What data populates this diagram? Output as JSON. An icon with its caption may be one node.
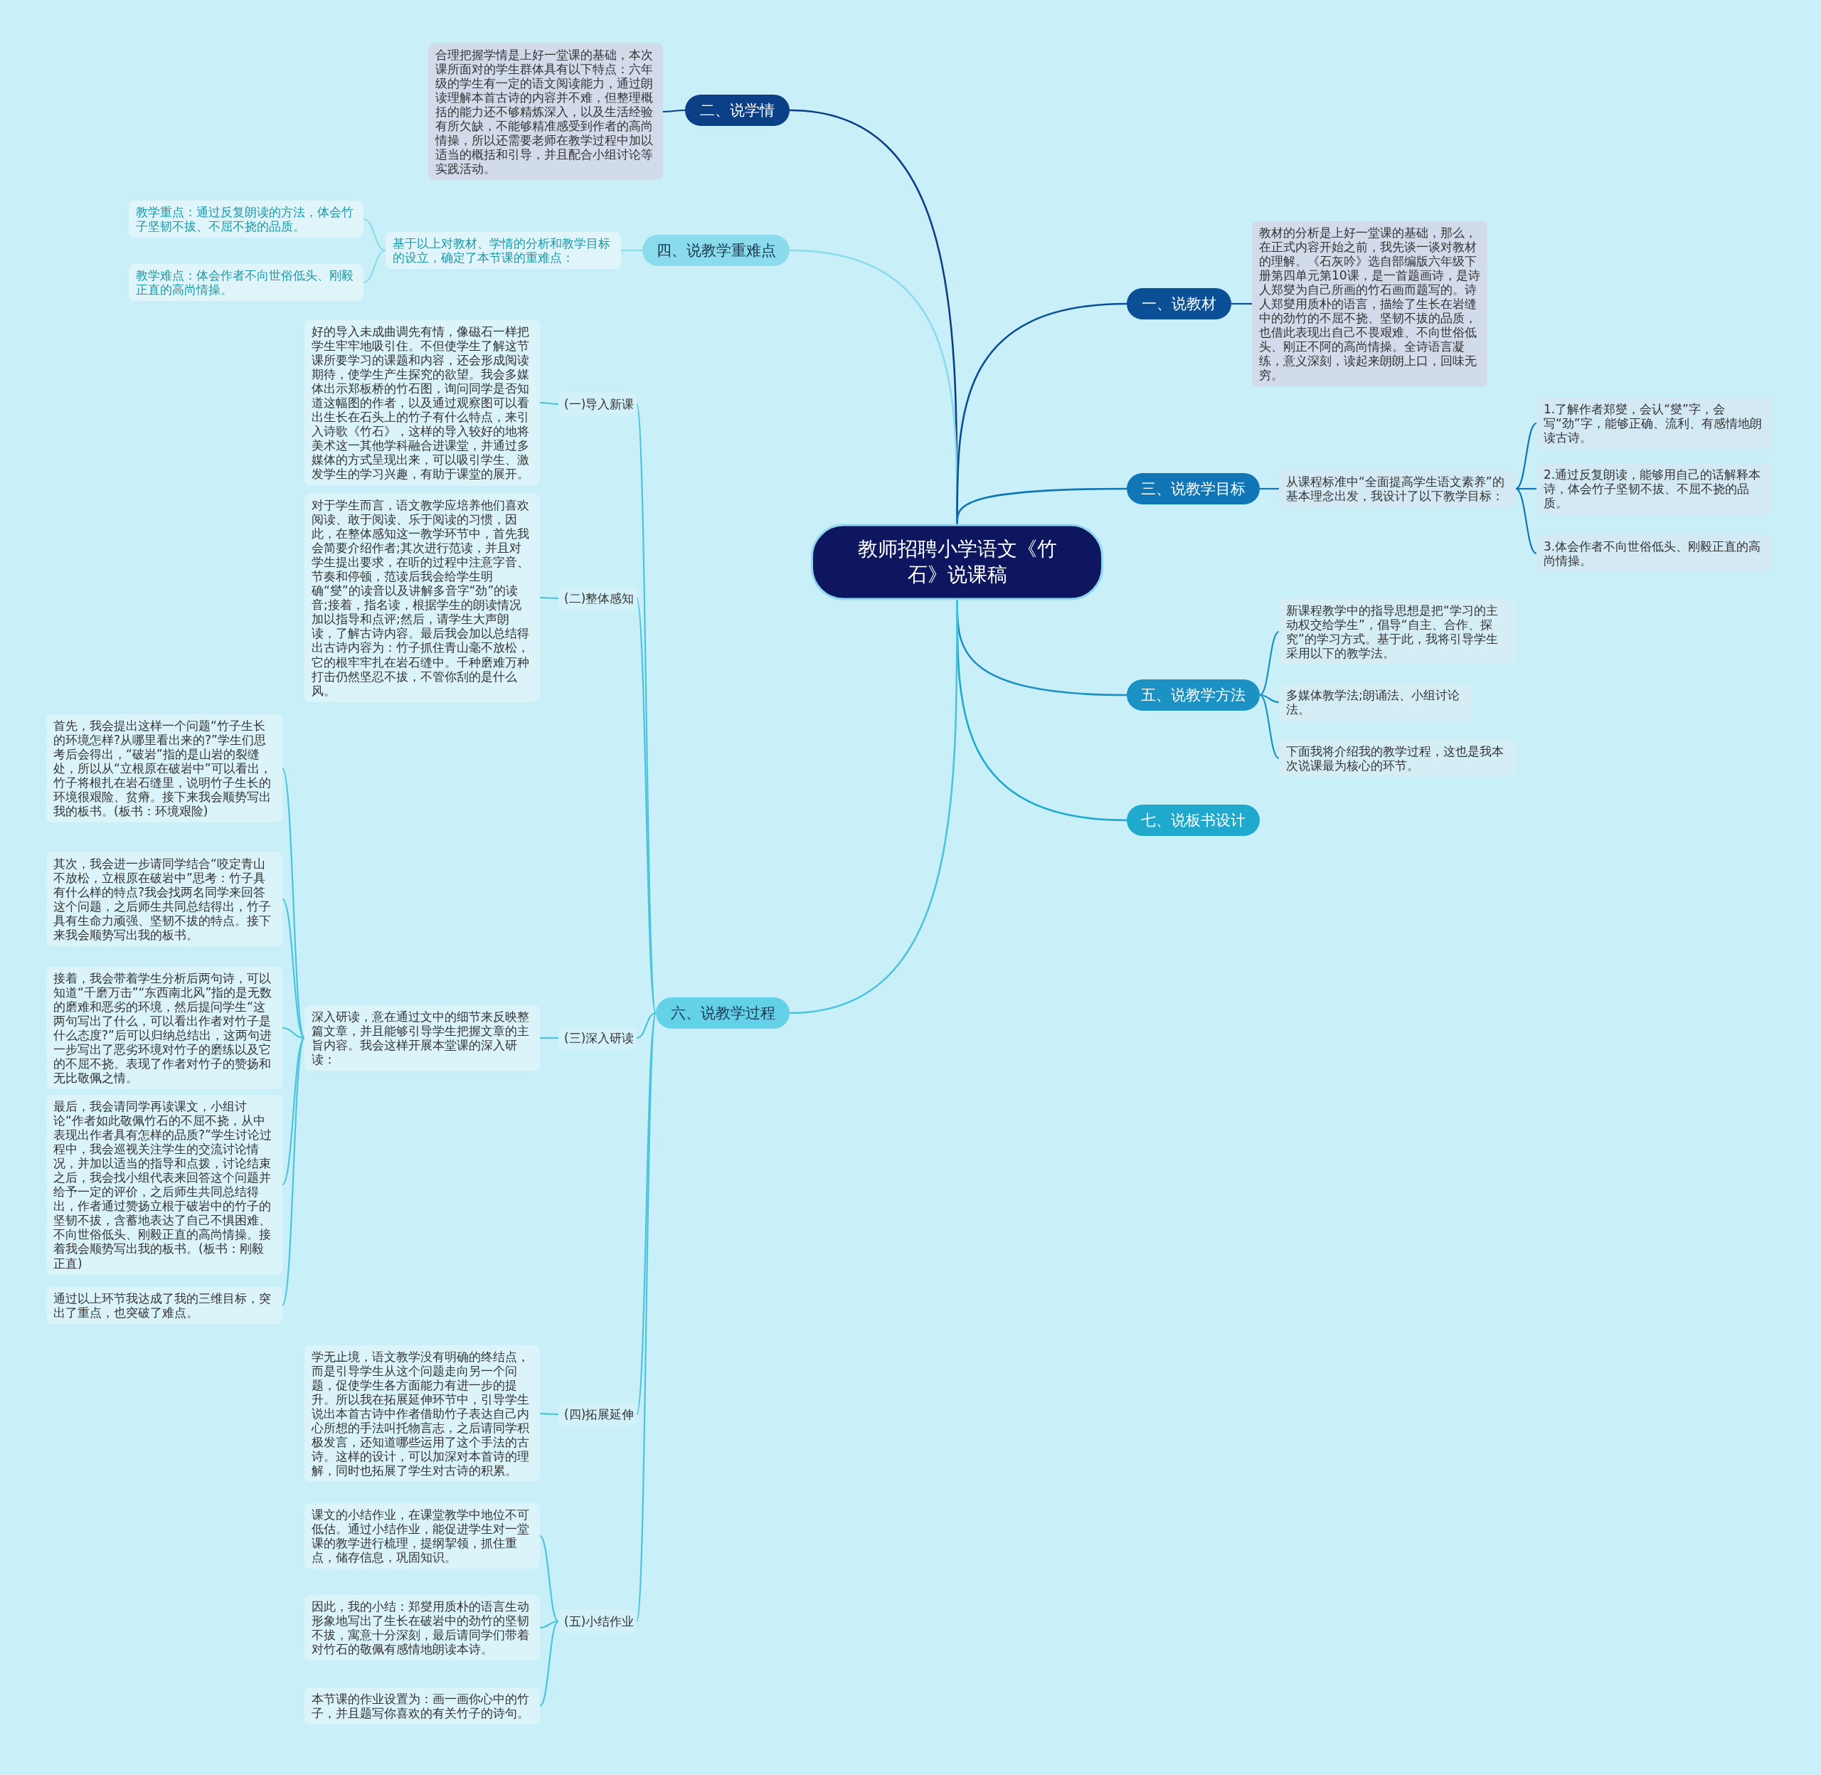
{
  "diagram": {
    "nodes": [
      {
        "text": [
          "教师招聘小学语文《竹石》说课稿"
        ]
      },
      {
        "text": [
          "二、说学情"
        ]
      },
      {
        "text": [
          "合理把握学情是上好一堂课的基础，本次课所面对的学生群体具有以下特点：六年级的学生有一定的语文阅读能力，通过朗读理解本首古诗的内容并不难，但整理概括的能力还不够精炼深入，以及生活经验有所欠缺，不能够精准感受到作者的高尚情操，所以还需要老师在教学过程中加以适当的概括和引导，并且配合小组讨论等实践活动。"
        ]
      },
      {
        "text": [
          "四、说教学重难点"
        ]
      },
      {
        "text": [
          "基于以上对教材、学情的分析和教学目标的设立，确定了本节课的重难点："
        ]
      },
      {
        "text": [
          "教学重点：通过反复朗读的方法，体会竹子坚韧不拔、不屈不挠的品质。"
        ]
      },
      {
        "text": [
          "教学难点：体会作者不向世俗低头、刚毅正直的高尚情操。"
        ]
      },
      {
        "text": [
          "一、说教材"
        ]
      },
      {
        "text": [
          "教材的分析是上好一堂课的基础，那么，在正式内容开始之前，我先谈一谈对教材的理解。《石灰吟》选自部编版六年级下册第四单元第10课，是一首题画诗，是诗人郑燮为自己所画的竹石画而题写的。诗人郑燮用质朴的语言，描绘了生长在岩缝中的劲竹的不屈不挠、坚韧不拔的品质，也借此表现出自己不畏艰难、不向世俗低头、刚正不阿的高尚情操。全诗语言凝练，意义深刻，读起来朗朗上口，回味无穷。"
        ]
      },
      {
        "text": [
          "三、说教学目标"
        ]
      },
      {
        "text": [
          "从课程标准中“全面提高学生语文素养”的基本理念出发，我设计了以下教学目标："
        ]
      },
      {
        "text": [
          "1.了解作者郑燮，会认“燮”字，会写“劲”字，能够正确、流利、有感情地朗读古诗。"
        ]
      },
      {
        "text": [
          "2.通过反复朗读，能够用自己的话解释本诗，体会竹子坚韧不拔、不屈不挠的品质。"
        ]
      },
      {
        "text": [
          "3.体会作者不向世俗低头、刚毅正直的高尚情操。"
        ]
      },
      {
        "text": [
          "五、说教学方法"
        ]
      },
      {
        "text": [
          "新课程教学中的指导思想是把“学习的主动权交给学生”，倡导“自主、合作、探究”的学习方式。基于此，我将引导学生采用以下的教学法。"
        ]
      },
      {
        "text": [
          "多媒体教学法;朗诵法、小组讨论法。"
        ]
      },
      {
        "text": [
          "下面我将介绍我的教学过程，这也是我本次说课最为核心的环节。"
        ]
      },
      {
        "text": [
          "七、说板书设计"
        ]
      },
      {
        "text": [
          "六、说教学过程"
        ]
      },
      {
        "text": [
          "(一)导入新课"
        ]
      },
      {
        "text": [
          "好的导入未成曲调先有情，像磁石一样把学生牢牢地吸引住。不但使学生了解这节课所要学习的课题和内容，还会形成阅读期待，使学生产生探究的欲望。我会多媒体出示郑板桥的竹石图，询问同学是否知道这幅图的作者，以及通过观察图可以看出生长在石头上的竹子有什么特点，来引入诗歌《竹石》，这样的导入较好的地将美术这一其他学科融合进课堂，并通过多媒体的方式呈现出来，可以吸引学生、激发学生的学习兴趣，有助于课堂的展开。"
        ]
      },
      {
        "text": [
          "(二)整体感知"
        ]
      },
      {
        "text": [
          "对于学生而言，语文教学应培养他们喜欢阅读、敢于阅读、乐于阅读的习惯，因此，在整体感知这一教学环节中，首先我会简要介绍作者;其次进行范读，并且对学生提出要求，在听的过程中注意字音、节奏和停顿，范读后我会给学生明确“燮”的读音以及讲解多音字“劲”的读音;接着，指名读，根据学生的朗读情况加以指导和点评;然后，请学生大声朗读，了解古诗内容。最后我会加以总结得出古诗内容为：竹子抓住青山毫不放松，它的根牢牢扎在岩石缝中。千种磨难万种打击仍然坚忍不拔，不管你刮的是什么风。"
        ]
      },
      {
        "text": [
          "(三)深入研读"
        ]
      },
      {
        "text": [
          "深入研读，意在通过文中的细节来反映整篇文章，并且能够引导学生把握文章的主旨内容。我会这样开展本堂课的深入研读："
        ]
      },
      {
        "text": [
          "首先，我会提出这样一个问题“竹子生长的环境怎样?从哪里看出来的?”学生们思考后会得出，“破岩”指的是山岩的裂缝处，所以从“立根原在破岩中”可以看出，竹子将根扎在岩石缝里，说明竹子生长的环境很艰险、贫瘠。接下来我会顺势写出我的板书。(板书：环境艰险)"
        ]
      },
      {
        "text": [
          "其次，我会进一步请同学结合“咬定青山不放松，立根原在破岩中”思考：竹子具有什么样的特点?我会找两名同学来回答这个问题，之后师生共同总结得出，竹子具有生命力顽强、坚韧不拔的特点。接下来我会顺势写出我的板书。"
        ]
      },
      {
        "text": [
          "接着，我会带着学生分析后两句诗，可以知道“千磨万击”“东西南北风”指的是无数的磨难和恶劣的环境，然后提问学生“这两句写出了什么，可以看出作者对竹子是什么态度?”后可以归纳总结出，这两句进一步写出了恶劣环境对竹子的磨练以及它的不屈不挠。表现了作者对竹子的赞扬和无比敬佩之情。"
        ]
      },
      {
        "text": [
          "最后，我会请同学再读课文，小组讨论“作者如此敬佩竹石的不屈不挠，从中表现出作者具有怎样的品质?”学生讨论过程中，我会巡视关注学生的交流讨论情况，并加以适当的指导和点拨，讨论结束之后，我会找小组代表来回答这个问题并给予一定的评价，之后师生共同总结得出，作者通过赞扬立根于破岩中的竹子的坚韧不拔，含蓄地表达了自己不惧困难、不向世俗低头、刚毅正直的高尚情操。接着我会顺势写出我的板书。(板书：刚毅正直)"
        ]
      },
      {
        "text": [
          "通过以上环节我达成了我的三维目标，突出了重点，也突破了难点。"
        ]
      },
      {
        "text": [
          "(四)拓展延伸"
        ]
      },
      {
        "text": [
          "学无止境，语文教学没有明确的终结点，而是引导学生从这个问题走向另一个问题，促使学生各方面能力有进一步的提升。所以我在拓展延伸环节中，引导学生说出本首古诗中作者借助竹子表达自己内心所想的手法叫托物言志，之后请同学积极发言，还知道哪些运用了这个手法的古诗。这样的设计，可以加深对本首诗的理解，同时也拓展了学生对古诗的积累。"
        ]
      },
      {
        "text": [
          "(五)小结作业"
        ]
      },
      {
        "text": [
          "课文的小结作业，在课堂教学中地位不可低估。通过小结作业，能促进学生对一堂课的教学进行梳理，提纲挈领，抓住重点，储存信息，巩固知识。"
        ]
      },
      {
        "text": [
          "因此，我的小结：郑燮用质朴的语言生动形象地写出了生长在破岩中的劲竹的坚韧不拔，寓意十分深刻，最后请同学们带着对竹石的敬佩有感情地朗读本诗。"
        ]
      },
      {
        "text": [
          "本节课的作业设置为：画一画你心中的竹子，并且题写你喜欢的有关竹子的诗句。"
        ]
      }
    ],
    "edges": [
      {
        "from": 0,
        "to": 1,
        "arrow": "none",
        "color": "#0b3f86"
      },
      {
        "from": 1,
        "to": 2,
        "arrow": "none",
        "color": "#0b3f86"
      },
      {
        "from": 0,
        "to": 3,
        "arrow": "none",
        "color": "#8adbec"
      },
      {
        "from": 3,
        "to": 4,
        "arrow": "none",
        "color": "#8adbec"
      },
      {
        "from": 4,
        "to": 5,
        "arrow": "none",
        "color": "#8adbec"
      },
      {
        "from": 4,
        "to": 6,
        "arrow": "none",
        "color": "#8adbec"
      },
      {
        "from": 0,
        "to": 7,
        "arrow": "none",
        "color": "#0b4f96"
      },
      {
        "from": 7,
        "to": 8,
        "arrow": "none",
        "color": "#0b4f96"
      },
      {
        "from": 0,
        "to": 9,
        "arrow": "none",
        "color": "#1176b6"
      },
      {
        "from": 9,
        "to": 10,
        "arrow": "none",
        "color": "#1176b6"
      },
      {
        "from": 10,
        "to": 11,
        "arrow": "none",
        "color": "#1176b6"
      },
      {
        "from": 10,
        "to": 12,
        "arrow": "none",
        "color": "#1176b6"
      },
      {
        "from": 10,
        "to": 13,
        "arrow": "none",
        "color": "#1176b6"
      },
      {
        "from": 0,
        "to": 14,
        "arrow": "none",
        "color": "#1b92c3"
      },
      {
        "from": 14,
        "to": 15,
        "arrow": "none",
        "color": "#1b92c3"
      },
      {
        "from": 14,
        "to": 16,
        "arrow": "none",
        "color": "#1b92c3"
      },
      {
        "from": 14,
        "to": 17,
        "arrow": "none",
        "color": "#1b92c3"
      },
      {
        "from": 0,
        "to": 18,
        "arrow": "none",
        "color": "#1fa9cc"
      },
      {
        "from": 0,
        "to": 19,
        "arrow": "none"
      },
      {
        "from": 19,
        "to": 20,
        "arrow": "none"
      },
      {
        "from": 20,
        "to": 21,
        "arrow": "none"
      },
      {
        "from": 19,
        "to": 22,
        "arrow": "none"
      },
      {
        "from": 22,
        "to": 23,
        "arrow": "none"
      },
      {
        "from": 19,
        "to": 24,
        "arrow": "none"
      },
      {
        "from": 24,
        "to": 25,
        "arrow": "none"
      },
      {
        "from": 25,
        "to": 26,
        "arrow": "none"
      },
      {
        "from": 25,
        "to": 27,
        "arrow": "none"
      },
      {
        "from": 25,
        "to": 28,
        "arrow": "none"
      },
      {
        "from": 25,
        "to": 29,
        "arrow": "none"
      },
      {
        "from": 25,
        "to": 30,
        "arrow": "none"
      },
      {
        "from": 19,
        "to": 31,
        "arrow": "none"
      },
      {
        "from": 31,
        "to": 32,
        "arrow": "none"
      },
      {
        "from": 19,
        "to": 33,
        "arrow": "none"
      },
      {
        "from": 33,
        "to": 34,
        "arrow": "none"
      },
      {
        "from": 33,
        "to": 35,
        "arrow": "none"
      },
      {
        "from": 33,
        "to": 36,
        "arrow": "none"
      }
    ]
  }
}
